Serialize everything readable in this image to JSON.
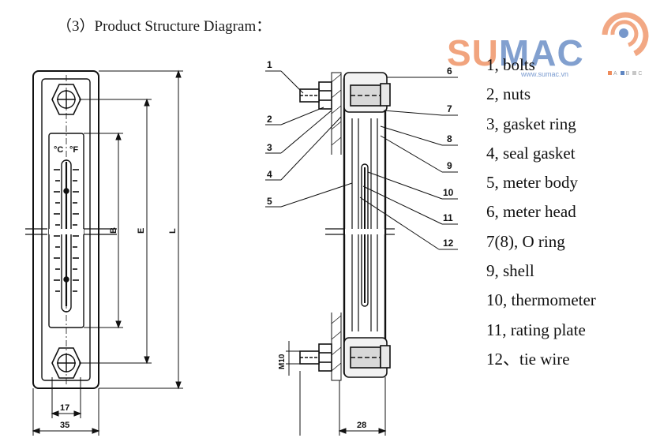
{
  "title": "（3）Product Structure Diagram：",
  "logo": {
    "text_su": "SU",
    "text_mac": "MAC",
    "url": "www.sumac.vn",
    "badge_letters": [
      "A",
      "B",
      "C"
    ],
    "colors": {
      "orange": "#ee8b5b",
      "blue": "#5f86c2"
    }
  },
  "front_view": {
    "scale_labels": {
      "celsius": "°C",
      "fahrenheit": "°F"
    },
    "dimensions": {
      "B": "B",
      "E": "E",
      "L": "L",
      "w17": "17",
      "w35": "35"
    }
  },
  "side_view": {
    "callouts": [
      "1",
      "2",
      "3",
      "4",
      "5",
      "6",
      "7",
      "8",
      "9",
      "10",
      "11",
      "12"
    ],
    "dimensions": {
      "m10": "M10",
      "w28": "28"
    }
  },
  "legend": [
    "1, bolts",
    "2, nuts",
    "3, gasket ring",
    "4, seal gasket",
    "5, meter body",
    "6, meter head",
    "7(8), O ring",
    "9, shell",
    "10, thermometer",
    "11, rating plate",
    "12、tie wire"
  ]
}
